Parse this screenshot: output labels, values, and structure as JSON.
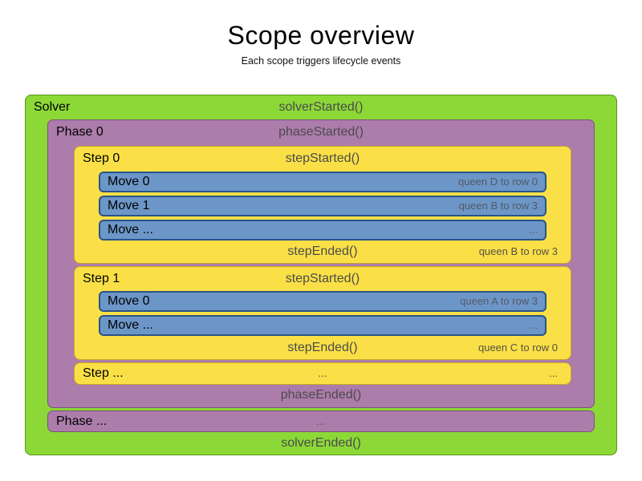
{
  "title": "Scope overview",
  "subtitle": "Each scope triggers lifecycle events",
  "colors": {
    "solver_bg": "#8CD837",
    "solver_border": "#55951E",
    "phase_bg": "#AC7CAB",
    "phase_border": "#7A537A",
    "step_bg": "#FAE046",
    "step_border": "#C9A727",
    "move_bg": "#6D96C8",
    "move_border": "#2A5387",
    "label_text": "#000000",
    "event_text": "#4B4B4B",
    "annotation_text": "#575046"
  },
  "solver": {
    "label": "Solver",
    "started_event": "solverStarted()",
    "ended_event": "solverEnded()",
    "phases": [
      {
        "label": "Phase 0",
        "started_event": "phaseStarted()",
        "ended_event": "phaseEnded()",
        "steps": [
          {
            "label": "Step 0",
            "started_event": "stepStarted()",
            "ended_event": "stepEnded()",
            "ended_annotation": "queen B to row 3",
            "moves": [
              {
                "label": "Move 0",
                "annotation": "queen D to row 0"
              },
              {
                "label": "Move 1",
                "annotation": "queen B to row 3"
              },
              {
                "label": "Move ...",
                "annotation": "..."
              }
            ]
          },
          {
            "label": "Step 1",
            "started_event": "stepStarted()",
            "ended_event": "stepEnded()",
            "ended_annotation": "queen C to row 0",
            "moves": [
              {
                "label": "Move 0",
                "annotation": "queen A to row 3"
              },
              {
                "label": "Move ...",
                "annotation": "..."
              }
            ]
          }
        ],
        "more_steps": {
          "label": "Step ...",
          "center": "...",
          "right": "..."
        }
      }
    ],
    "more_phases": {
      "label": "Phase ...",
      "center": "..."
    }
  }
}
